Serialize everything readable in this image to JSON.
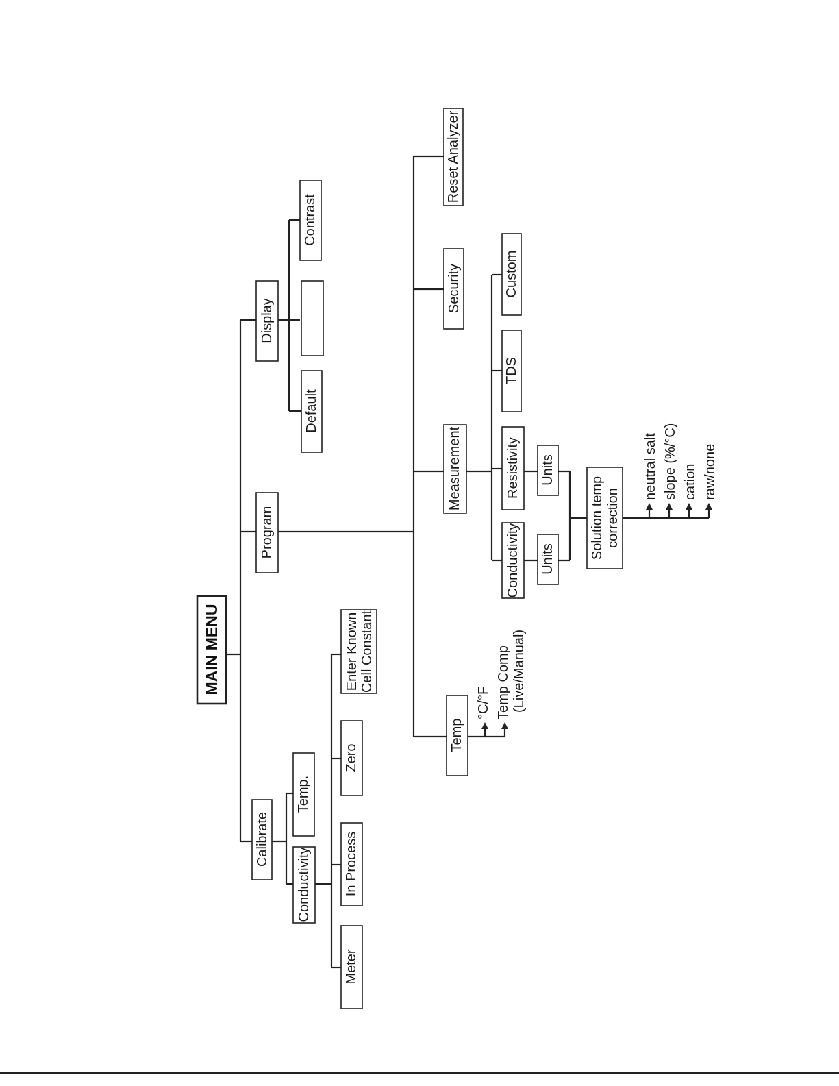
{
  "main_menu": {
    "label": "MAIN MENU"
  },
  "calibrate": {
    "label": "Calibrate",
    "conductivity": {
      "label": "Conductivity",
      "meter": "Meter",
      "in_process": "In Process",
      "zero": "Zero",
      "enter_known_line1": "Enter Known",
      "enter_known_line2": "Cell Constant"
    },
    "temp": "Temp."
  },
  "program": {
    "label": "Program",
    "temp": {
      "label": "Temp",
      "unit_option": "°C/°F",
      "comp_line1": "Temp Comp",
      "comp_line2": "(Live/Manual)"
    },
    "measurement": {
      "label": "Measurement",
      "conductivity": "Conductivity",
      "conductivity_units": "Units",
      "resistivity": "Resistivity",
      "resistivity_units": "Units",
      "tds": "TDS",
      "custom": "Custom",
      "solution_line1": "Solution temp",
      "solution_line2": "correction",
      "options": [
        "neutral salt",
        "slope (%/°C)",
        "cation",
        "raw/none"
      ]
    },
    "security": "Security",
    "reset": "Reset Analyzer"
  },
  "display": {
    "label": "Display",
    "default": "Default",
    "blank": "",
    "contrast": "Contrast"
  }
}
